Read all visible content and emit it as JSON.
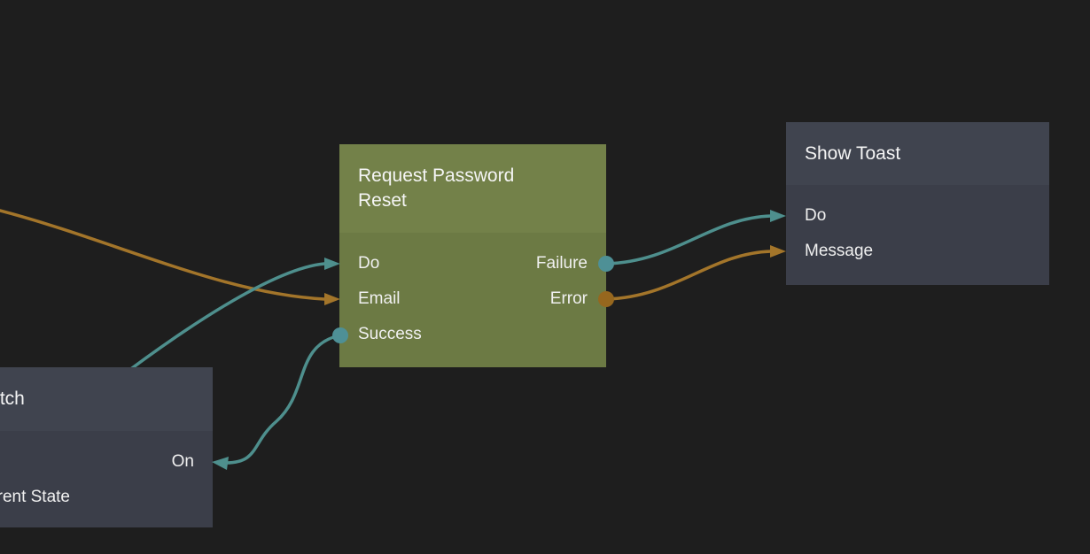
{
  "colors": {
    "canvas_background": "#1E1E1E",
    "signal_wire_teal": "#4E8F8D",
    "data_wire_orange": "#A3752A",
    "teal_port_dot": "#4E9096",
    "orange_port_dot": "#96671E",
    "green_node_header": "#738149",
    "green_node_body": "#6C7A44",
    "dark_node_header": "#40444F",
    "dark_node_body": "#3B3E49",
    "text": "#F0F0F0"
  },
  "nodes": {
    "request_password_reset": {
      "title": "Request Password Reset",
      "ports_left": [
        "Do",
        "Email",
        "Success"
      ],
      "ports_right": [
        "Failure",
        "Error"
      ]
    },
    "show_toast": {
      "title": "Show Toast",
      "ports_left": [
        "Do",
        "Message"
      ]
    },
    "switch": {
      "title": "Switch",
      "ports_right": [
        "On"
      ],
      "ports_left": [
        "Current State"
      ]
    }
  },
  "connections": [
    {
      "from": "off-screen-left",
      "to": "request_password_reset.Email",
      "color": "orange"
    },
    {
      "from": "off-screen-behind-switch",
      "to": "request_password_reset.Do",
      "color": "teal"
    },
    {
      "from": "request_password_reset.Success",
      "to": "switch.On",
      "color": "teal"
    },
    {
      "from": "request_password_reset.Failure",
      "to": "show_toast.Do",
      "color": "teal"
    },
    {
      "from": "request_password_reset.Error",
      "to": "show_toast.Message",
      "color": "orange"
    }
  ]
}
